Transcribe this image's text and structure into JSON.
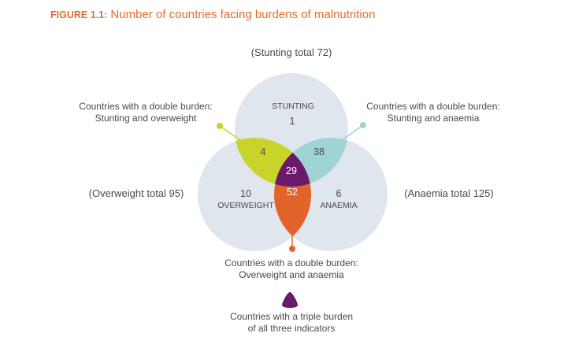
{
  "title": {
    "figure": "FIGURE 1.1:",
    "text": "Number of countries facing burdens of malnutrition"
  },
  "totals": {
    "stunting": "(Stunting total 72)",
    "overweight": "(Overweight total 95)",
    "anaemia": "(Anaemia total 125)"
  },
  "regions": {
    "stunting_label": "STUNTING",
    "stunting_only": "1",
    "overweight_label": "OVERWEIGHT",
    "overweight_only": "10",
    "anaemia_label": "ANAEMIA",
    "anaemia_only": "6",
    "stunting_overweight": "4",
    "stunting_anaemia": "38",
    "overweight_anaemia": "52",
    "triple": "29"
  },
  "callouts": {
    "stunting_overweight": [
      "Countries with a double burden:",
      "Stunting and overweight"
    ],
    "stunting_anaemia": [
      "Countries with a double burden:",
      "Stunting and anaemia"
    ],
    "overweight_anaemia": [
      "Countries with a double burden:",
      "Overweight and anaemia"
    ],
    "triple": [
      "Countries with a triple burden",
      "of all three indicators"
    ]
  },
  "colors": {
    "title": "#e36c2b",
    "circle": "#dfe6ee",
    "stunting_overweight": "#c8d42a",
    "stunting_anaemia": "#9fd3d4",
    "overweight_anaemia": "#e3642a",
    "triple": "#6b1a6b"
  }
}
